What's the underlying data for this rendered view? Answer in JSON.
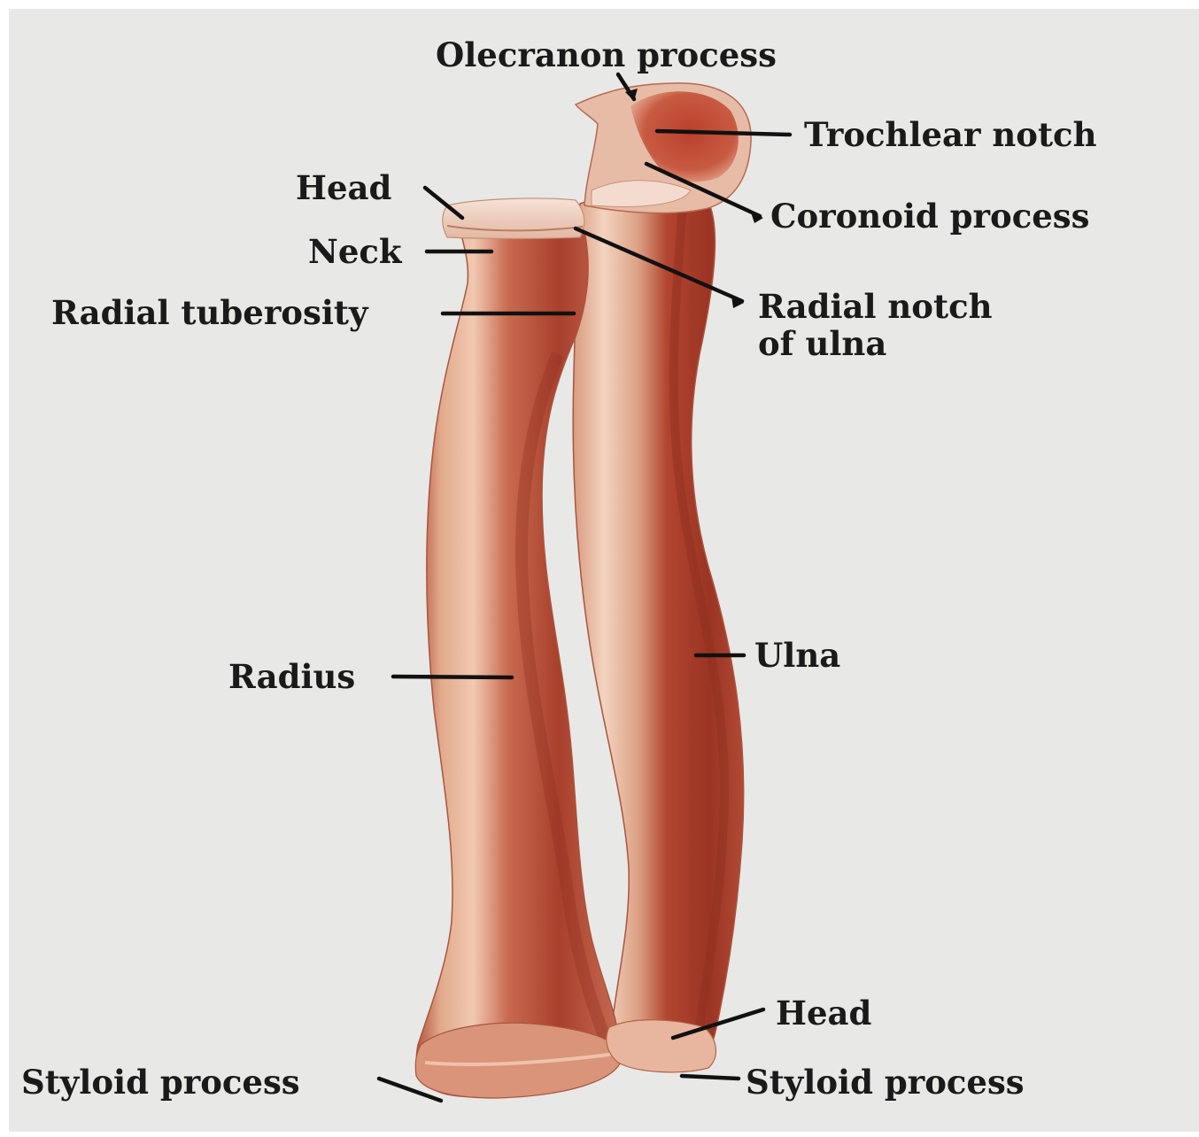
{
  "labels": {
    "olecranon_process": "Olecranon process",
    "trochlear_notch": "Trochlear notch",
    "radial_head": "Head",
    "coronoid_process": "Coronoid process",
    "neck": "Neck",
    "radial_tuberosity": "Radial tuberosity",
    "radial_notch": "Radial notch\nof ulna",
    "radius": "Radius",
    "ulna": "Ulna",
    "ulnar_head": "Head",
    "radial_styloid": "Styloid process",
    "ulnar_styloid": "Styloid process"
  },
  "colors": {
    "background": "#e8e8e6",
    "bone_main": "#c8614a",
    "bone_dark": "#9c3826",
    "bone_highlight": "#edc4aa",
    "bone_cap": "#f0d5c6",
    "leader_line": "#111111",
    "label_text": "#1a1a1a"
  }
}
